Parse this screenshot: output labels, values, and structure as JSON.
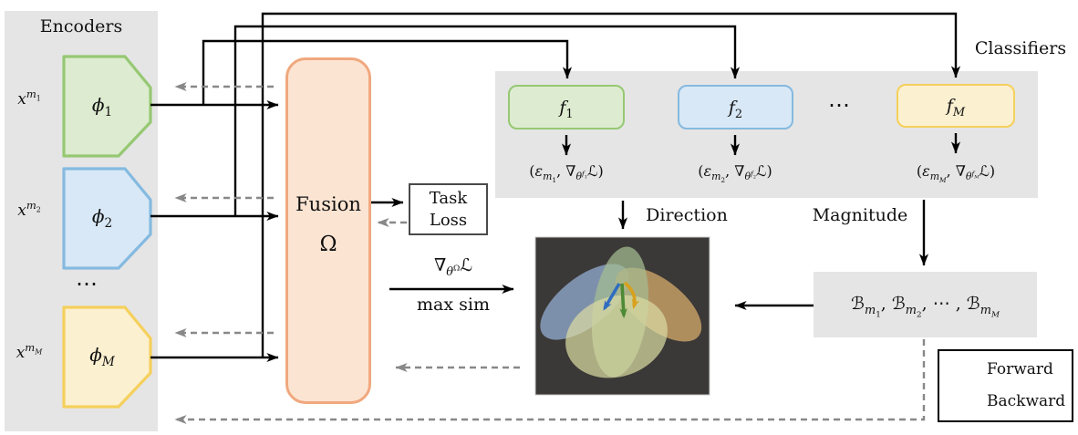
{
  "colors": {
    "panel_gray": "#e5e5e5",
    "green_border": "#96c873",
    "green_fill": "#ddecd0",
    "blue_border": "#85bae0",
    "blue_fill": "#d8e8f6",
    "yellow_border": "#f5d05c",
    "yellow_fill": "#fbf0d0",
    "orange_border": "#f0a87e",
    "orange_fill": "#fce4d2",
    "forward_black": "#000000",
    "backward_gray": "#888888",
    "venn_bg": "#3b3937",
    "venn_ellipse_blue": "#8ea6c8",
    "venn_ellipse_green": "#a3bd92",
    "venn_ellipse_tan": "#cda468",
    "venn_ellipse_cream": "#d9d9a2",
    "venn_arrow_blue": "#2f6cc0",
    "venn_arrow_green": "#4d8a35",
    "venn_arrow_yellow": "#d8a11e"
  },
  "encoders": {
    "title": "Encoders",
    "dots": "⋯",
    "items": [
      {
        "input_html": "<i>x</i><sup><i>m</i><sub>1</sub></sup>",
        "label_html": "<i>ϕ</i><sub>1</sub>"
      },
      {
        "input_html": "<i>x</i><sup><i>m</i><sub>2</sub></sup>",
        "label_html": "<i>ϕ</i><sub>2</sub>"
      },
      {
        "input_html": "<i>x</i><sup><i>m</i><sub><i>M</i></sub></sup>",
        "label_html": "<i>ϕ</i><sub><i>M</i></sub>"
      }
    ]
  },
  "fusion": {
    "label": "Fusion",
    "symbol": "Ω"
  },
  "task_loss": {
    "line1": "Task",
    "line2": "Loss"
  },
  "fusion_gradient": {
    "numerator_html": "∇<sub><i>θ</i><sup>Ω</sup></sub>ℒ",
    "denominator": "max sim"
  },
  "classifiers": {
    "title": "Classifiers",
    "dots": "⋯",
    "items": [
      {
        "label_html": "<i>f</i><sub>1</sub>",
        "tuple_html": "(<i>ε</i><sub><i>m</i><sub>1</sub></sub>, ∇<sub><i>θ</i><sup><i>f</i><sub>1</sub></sup></sub>ℒ)"
      },
      {
        "label_html": "<i>f</i><sub>2</sub>",
        "tuple_html": "(<i>ε</i><sub><i>m</i><sub>2</sub></sub>, ∇<sub><i>θ</i><sup><i>f</i><sub>2</sub></sup></sub>ℒ)"
      },
      {
        "label_html": "<i>f</i><sub><i>M</i></sub>",
        "tuple_html": "(<i>ε</i><sub><i>m</i><sub><i>M</i></sub></sub>, ∇<sub><i>θ</i><sup><i>f</i><sub><i>M</i></sub></sup></sub>ℒ)"
      }
    ]
  },
  "direction_label": "Direction",
  "magnitude_label": "Magnitude",
  "magnitude_box_html": "ℬ<sub><i>m</i><sub>1</sub></sub>, ℬ<sub><i>m</i><sub>2</sub></sub>, ⋯ , ℬ<sub><i>m</i><sub><i>M</i></sub></sub>",
  "legend": {
    "forward": "Forward",
    "backward": "Backward"
  }
}
